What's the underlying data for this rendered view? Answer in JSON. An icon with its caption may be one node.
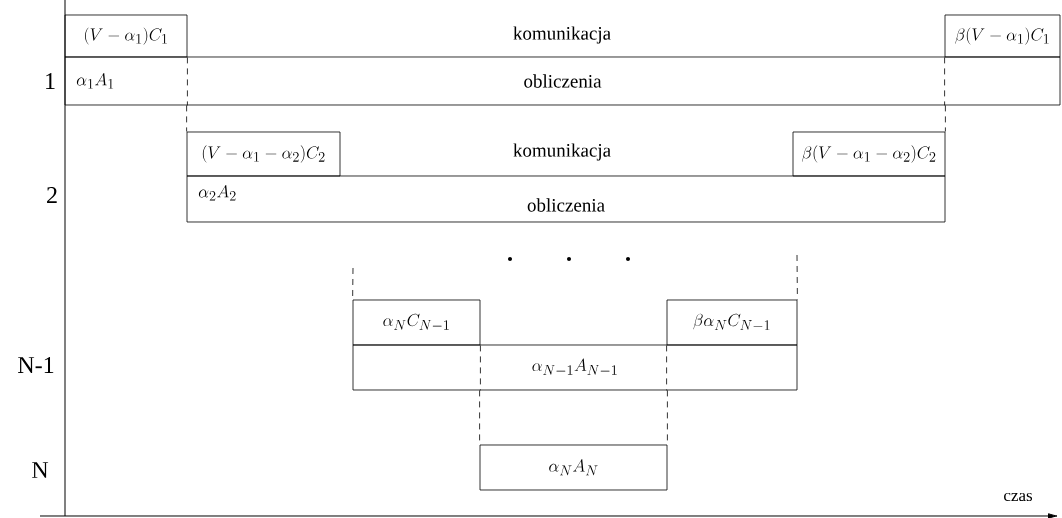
{
  "diagram": {
    "nodes": [
      {
        "text": [
          "(V-\\alpha_1)C_1"
        ]
      },
      {
        "text": [
          "\\beta(V-\\alpha_1)C_1"
        ]
      },
      {
        "text": [
          "\\alpha_1 A_1",
          "obliczenia"
        ]
      },
      {
        "text": [
          "(V-\\alpha_1-\\alpha_2)C_2"
        ]
      },
      {
        "text": [
          "\\beta(V-\\alpha_1-\\alpha_2)C_2"
        ]
      },
      {
        "text": [
          "\\alpha_2 A_2",
          "obliczenia"
        ]
      },
      {
        "text": [
          "\\alpha_N C_{N-1}"
        ]
      },
      {
        "text": [
          "\\beta\\alpha_N C_{N-1}"
        ]
      },
      {
        "text": [
          "\\alpha_{N-1}A_{N-1}"
        ]
      },
      {
        "text": [
          "\\alpha_N A_N"
        ]
      }
    ],
    "edges": [
      {
        "from": 2,
        "to": 3,
        "arrow": "none",
        "style": "dashed"
      },
      {
        "from": 2,
        "to": 4,
        "arrow": "none",
        "style": "dashed"
      },
      {
        "from": null,
        "to": 6,
        "arrow": "none",
        "style": "dashed"
      },
      {
        "from": null,
        "to": 7,
        "arrow": "none",
        "style": "dashed"
      },
      {
        "from": 8,
        "to": 9,
        "arrow": "none",
        "style": "dashed"
      },
      {
        "from": 8,
        "to": 9,
        "arrow": "none",
        "style": "dashed"
      },
      {
        "from": 0,
        "to": 2,
        "arrow": "none",
        "style": "dashed"
      },
      {
        "from": 1,
        "to": 2,
        "arrow": "none",
        "style": "dashed"
      },
      {
        "from": 6,
        "to": 8,
        "arrow": "none",
        "style": "dashed"
      },
      {
        "from": 7,
        "to": 8,
        "arrow": "none",
        "style": "dashed"
      }
    ],
    "labels": [
      "1",
      "komunikacja",
      "2",
      "komunikacja",
      "N-1",
      "N",
      "czas"
    ]
  }
}
